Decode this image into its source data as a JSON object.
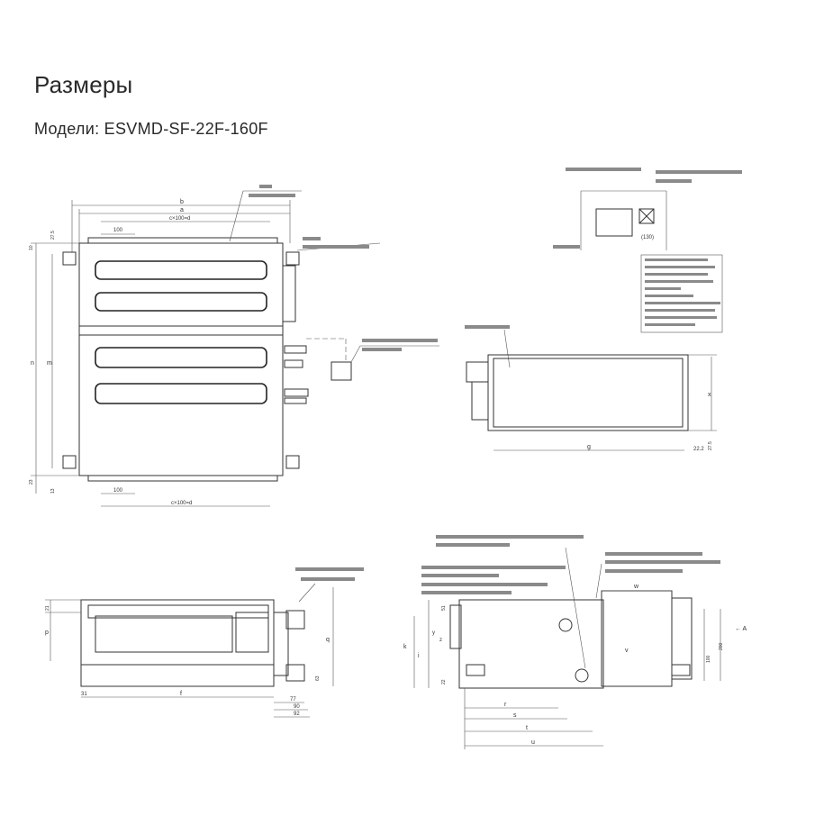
{
  "page": {
    "title": "Размеры",
    "subtitle": "Модели: ESVMD-SF-22F-160F"
  },
  "top_view": {
    "dims": {
      "b": "b",
      "a": "a",
      "c_eq": "c×100=d",
      "step_top": "100",
      "step_bottom": "100",
      "c_eq_bottom": "c×100=d",
      "n": "n",
      "m": "m",
      "d275": "27.5",
      "d10": "10",
      "d23": "23",
      "d13": "13"
    }
  },
  "front_view": {
    "dims": {
      "g": "g",
      "x": "x",
      "d222": "22.2",
      "d275": "27.5"
    }
  },
  "side_view_left": {
    "dims": {
      "d21": "21",
      "p": "p",
      "q": "q",
      "d31": "31",
      "f": "f",
      "d77": "77",
      "d90": "90",
      "d92": "92",
      "d63": "63"
    }
  },
  "side_view_right": {
    "dims": {
      "d51": "51",
      "y": "y",
      "z": "z",
      "d22": "22",
      "k": "k",
      "i": "i",
      "r": "r",
      "s": "s",
      "t": "t",
      "u": "u",
      "w": "w",
      "v": "v",
      "d100": "100",
      "d200": "200",
      "arrow_a": "← A"
    }
  },
  "inset": {
    "dims": {
      "d130": "(130)"
    }
  }
}
